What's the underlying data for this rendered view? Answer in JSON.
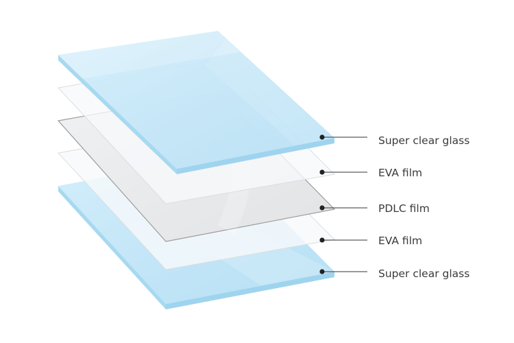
{
  "layers": [
    {
      "label": "Super clear glass",
      "material": "glass",
      "fill": "#c4e6f7",
      "edge": "#a9d9f1"
    },
    {
      "label": "EVA film",
      "material": "film",
      "fill": "#f6f8fa",
      "edge": "#dfe2e6"
    },
    {
      "label": "PDLC film",
      "material": "pdlc",
      "fill": "#e9eaec",
      "edge": "#9a9a9a"
    },
    {
      "label": "EVA film",
      "material": "film",
      "fill": "#f6f8fa",
      "edge": "#dfe2e6"
    },
    {
      "label": "Super clear glass",
      "material": "glass",
      "fill": "#c4e6f7",
      "edge": "#a9d9f1"
    }
  ],
  "colors": {
    "glass_thickness": "#9fd5ee",
    "leader_line": "#333333",
    "label_text": "#3a3a3a"
  }
}
